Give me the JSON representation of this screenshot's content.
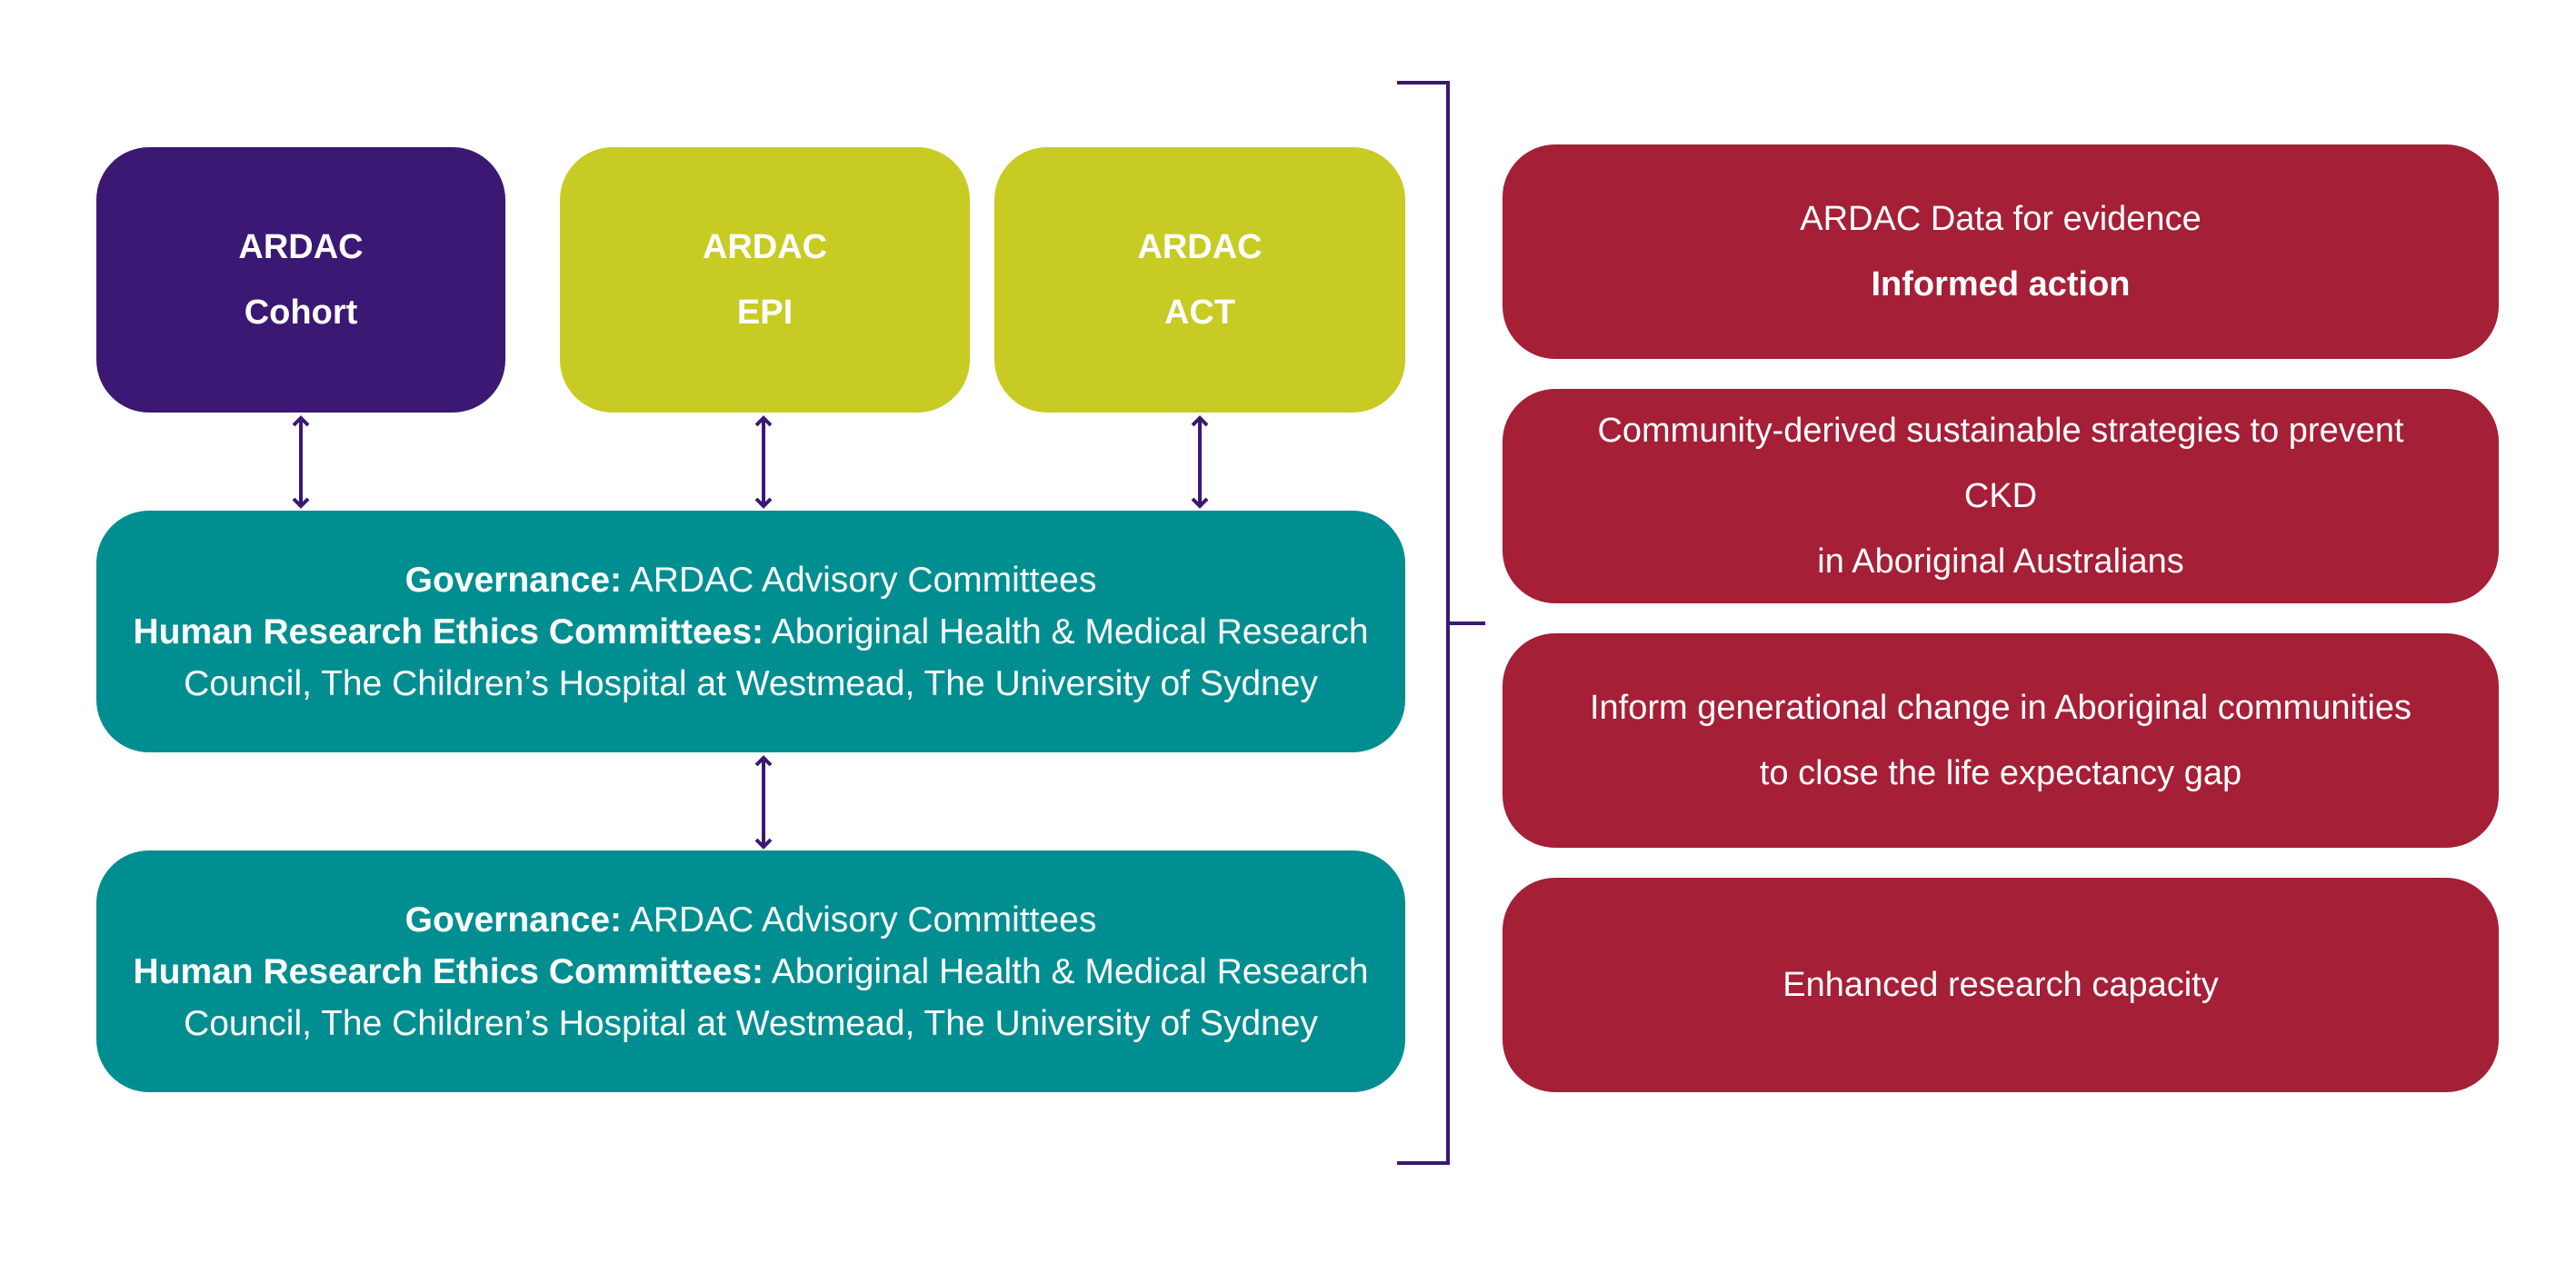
{
  "programs": [
    {
      "line1": "ARDAC",
      "line2": "Cohort"
    },
    {
      "line1": "ARDAC",
      "line2": "EPI"
    },
    {
      "line1": "ARDAC",
      "line2": "ACT"
    }
  ],
  "governance_boxes": [
    {
      "gov_label": "Governance:",
      "gov_text": "ARDAC Advisory Committees",
      "ethics_label": "Human Research Ethics Committees:",
      "ethics_text": "Aboriginal Health & Medical Research",
      "ethics_text2": "Council, The Children’s Hospital at Westmead, The University of Sydney"
    },
    {
      "gov_label": "Governance:",
      "gov_text": "ARDAC Advisory Committees",
      "ethics_label": "Human Research Ethics Committees:",
      "ethics_text": "Aboriginal Health & Medical Research",
      "ethics_text2": "Council, The Children’s Hospital at Westmead, The University of Sydney"
    }
  ],
  "outcomes": [
    {
      "line1": "ARDAC  Data for evidence",
      "line2": "Informed action"
    },
    {
      "line1": "Community-derived sustainable strategies to prevent CKD",
      "line2": "in Aboriginal Australians"
    },
    {
      "line1": "Inform generational change in Aboriginal communities",
      "line2": "to close the life expectancy gap"
    },
    {
      "line1": "Enhanced research capacity"
    }
  ],
  "colors": {
    "cohort": "#3a1873",
    "epi_act": "#c8cb24",
    "governance": "#008e91",
    "outcomes": "#a51f37",
    "connector": "#3a1873"
  }
}
